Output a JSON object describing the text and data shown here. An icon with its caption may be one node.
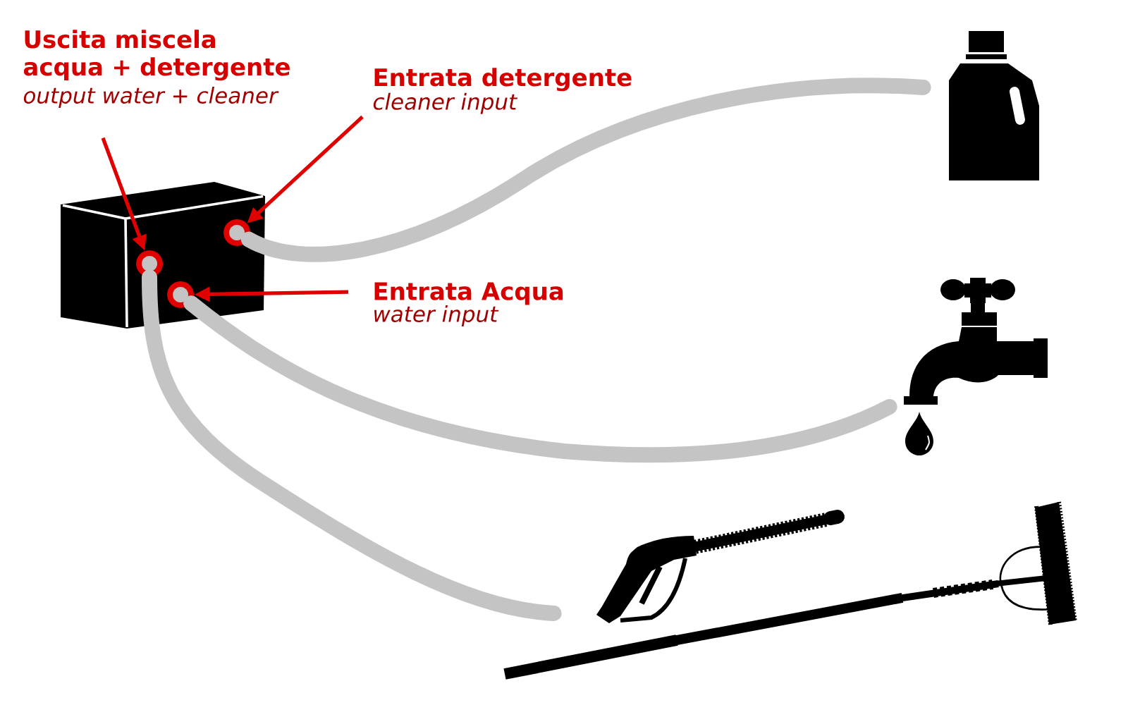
{
  "diagram": {
    "nodes": [
      {
        "text": [
          "Uscita miscela acqua + detergente",
          "output water + cleaner"
        ]
      },
      {
        "text": [
          "Entrata detergente",
          "cleaner input"
        ]
      },
      {
        "text": [
          "Entrata Acqua",
          "water input"
        ]
      },
      {
        "text": [],
        "shape": "box"
      },
      {
        "text": [],
        "shape": "circle",
        "in": 3
      },
      {
        "text": [],
        "shape": "circle",
        "in": 3
      },
      {
        "text": [],
        "shape": "circle",
        "in": 3
      },
      {
        "text": [],
        "shape": "picture"
      },
      {
        "text": [],
        "shape": "picture"
      },
      {
        "text": [],
        "shape": "picture"
      }
    ],
    "edges": [
      {
        "from": 0,
        "to": 4,
        "arrow": "to",
        "color": "#e00000"
      },
      {
        "from": 1,
        "to": 5,
        "arrow": "to",
        "color": "#e00000"
      },
      {
        "from": 2,
        "to": 6,
        "arrow": "to",
        "color": "#e00000"
      },
      {
        "from": 5,
        "to": 7,
        "arrow": "none",
        "style": "thick",
        "color": "#c4c4c4"
      },
      {
        "from": 6,
        "to": 8,
        "arrow": "none",
        "style": "thick",
        "color": "#c4c4c4"
      },
      {
        "from": 4,
        "to": 9,
        "arrow": "none",
        "style": "thick",
        "color": "#c4c4c4"
      }
    ]
  }
}
